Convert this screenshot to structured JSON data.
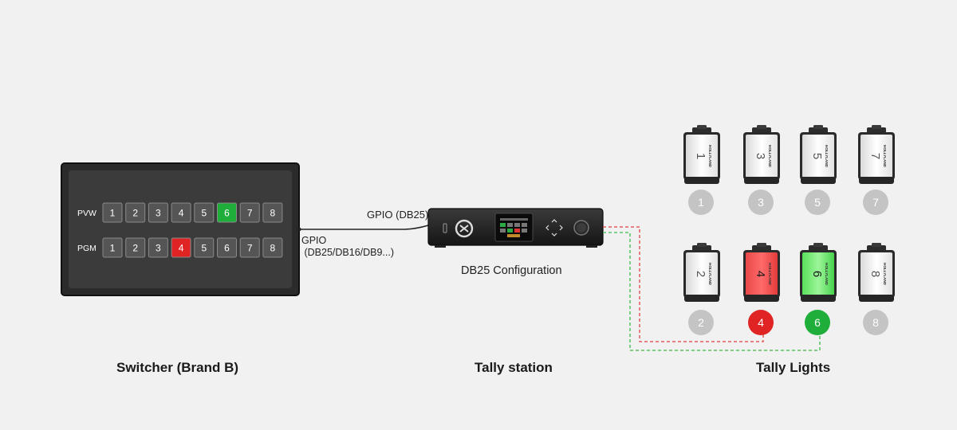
{
  "switcher": {
    "pvw_label": "PVW",
    "pgm_label": "PGM",
    "pvw_buttons": [
      "1",
      "2",
      "3",
      "4",
      "5",
      "6",
      "7",
      "8"
    ],
    "pgm_buttons": [
      "1",
      "2",
      "3",
      "4",
      "5",
      "6",
      "7",
      "8"
    ],
    "pvw_active": "6",
    "pgm_active": "4",
    "caption": "Switcher (Brand B)"
  },
  "connections": {
    "gpio_left": "GPIO\n (DB25/DB16/DB9...)",
    "gpio_right": "GPIO (DB25)"
  },
  "station": {
    "config_label": "DB25 Configuration",
    "caption": "Tally station"
  },
  "tally": {
    "caption": "Tally Lights",
    "brand": "HOLLYLAND",
    "lights": [
      {
        "id": "1",
        "state": "off"
      },
      {
        "id": "3",
        "state": "off"
      },
      {
        "id": "5",
        "state": "off"
      },
      {
        "id": "7",
        "state": "off"
      },
      {
        "id": "2",
        "state": "off"
      },
      {
        "id": "4",
        "state": "program"
      },
      {
        "id": "6",
        "state": "preview"
      },
      {
        "id": "8",
        "state": "off"
      }
    ]
  },
  "colors": {
    "program": "#e02424",
    "preview": "#1fae3a",
    "inactive": "#c4c4c4",
    "program_wire": "#e04040",
    "preview_wire": "#3cba4a"
  }
}
